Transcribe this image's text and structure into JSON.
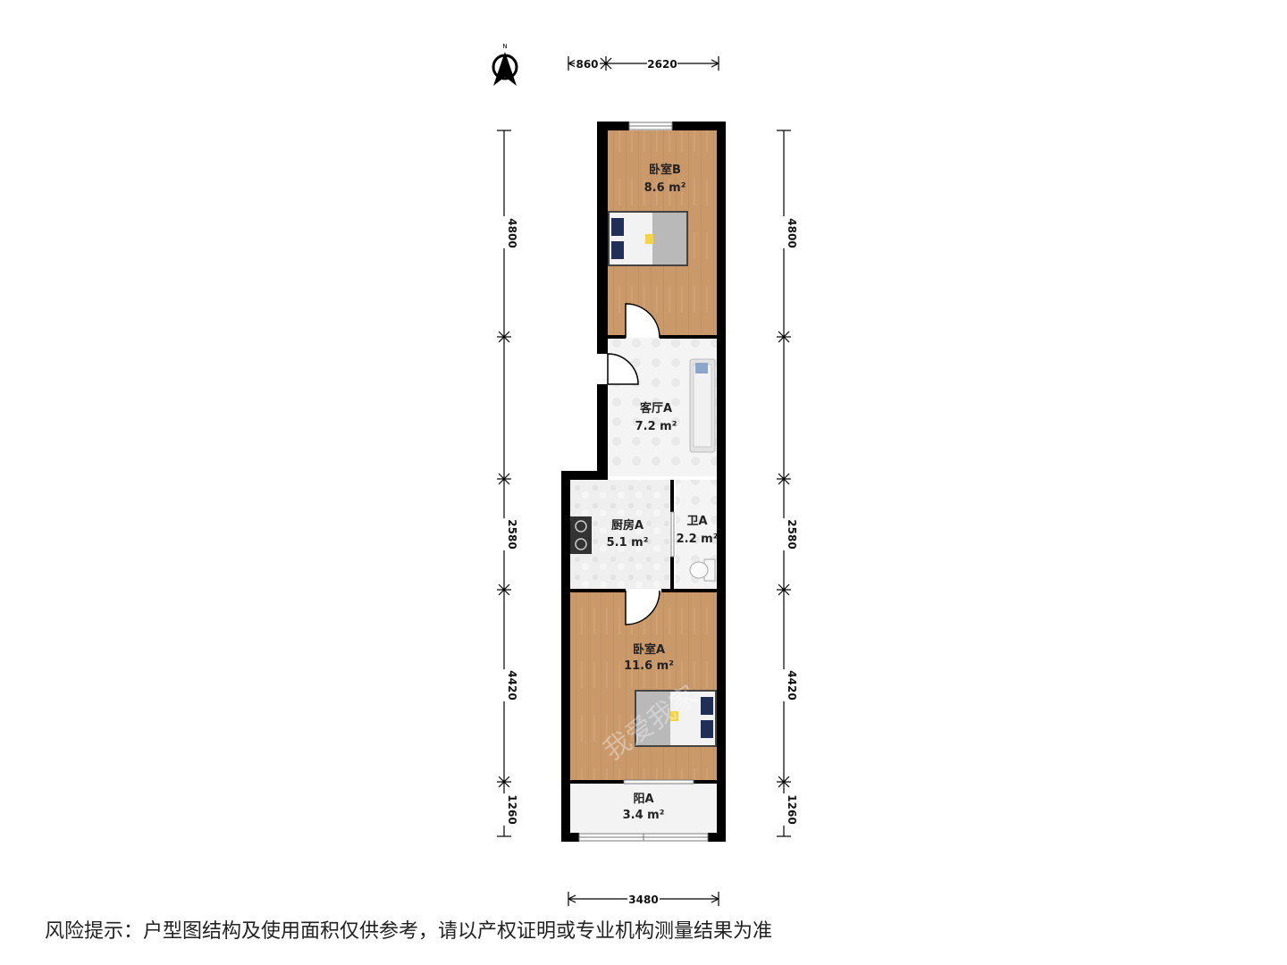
{
  "compass": {
    "label": "N"
  },
  "rooms": {
    "bedroom_b": {
      "name": "卧室B",
      "area": "8.6 m²"
    },
    "living_a": {
      "name": "客厅A",
      "area": "7.2 m²"
    },
    "kitchen_a": {
      "name": "厨房A",
      "area": "5.1 m²"
    },
    "bath_a": {
      "name": "卫A",
      "area": "2.2 m²"
    },
    "bedroom_a": {
      "name": "卧室A",
      "area": "11.6 m²"
    },
    "balcony_a": {
      "name": "阳A",
      "area": "3.4 m²"
    }
  },
  "dimensions": {
    "top": [
      "860",
      "2620"
    ],
    "bottom": [
      "3480"
    ],
    "left": [
      "4800",
      "2580",
      "4420",
      "1260"
    ],
    "right": [
      "4800",
      "2580",
      "4420",
      "1260"
    ]
  },
  "watermark": "我爱我家",
  "disclaimer": "风险提示：户型图结构及使用面积仅供参考，请以产权证明或专业机构测量结果为准",
  "colors": {
    "wood": "#c9996a",
    "tile": "#eeeeee",
    "wall": "#000000",
    "bed_navy": "#1f2f57"
  }
}
